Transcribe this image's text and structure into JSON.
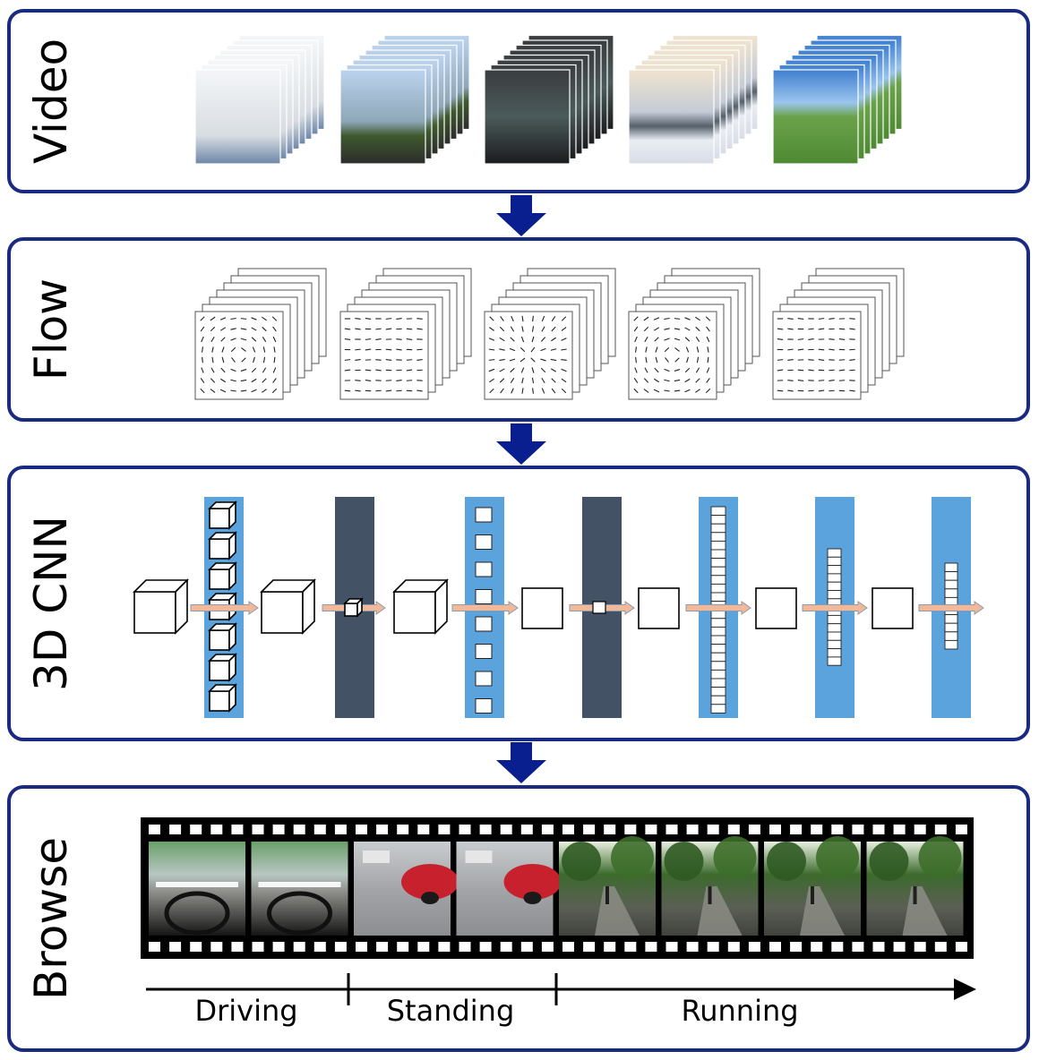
{
  "panels": {
    "video": {
      "label": "Video"
    },
    "flow": {
      "label": "Flow"
    },
    "cnn": {
      "label": "3D CNN"
    },
    "browse": {
      "label": "Browse"
    }
  },
  "timeline": {
    "segments": [
      "Driving",
      "Standing",
      "Running"
    ]
  },
  "colors": {
    "panel_border": "#1a2a80",
    "arrow": "#0a1f8f",
    "conv_layer": "#5ba3dc",
    "pool_layer": "#445266",
    "flow_arrow": "#f2b89a"
  }
}
